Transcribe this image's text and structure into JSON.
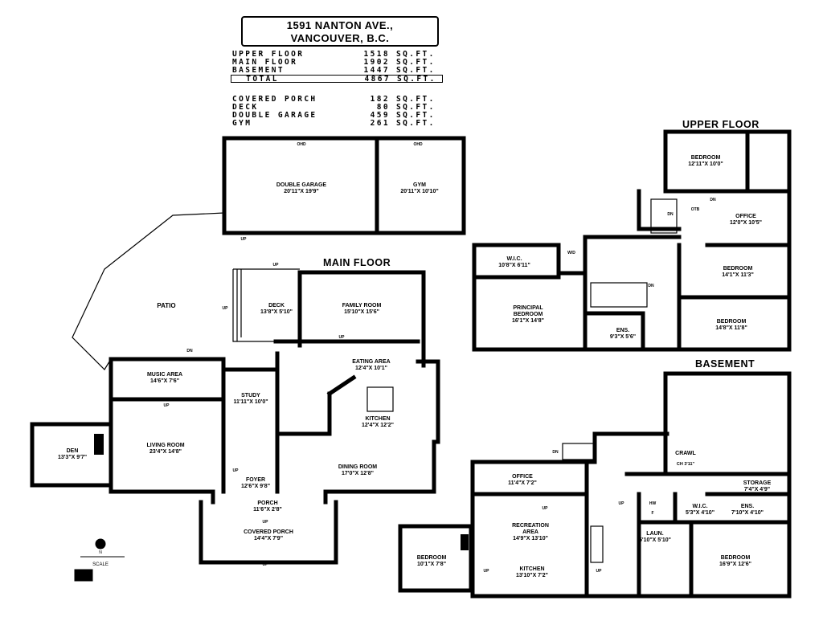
{
  "header": {
    "address_line1": "1591 NANTON AVE.,",
    "address_line2": "VANCOUVER, B.C."
  },
  "areas": [
    {
      "name": "UPPER FLOOR",
      "value": "1518",
      "unit": "SQ.FT."
    },
    {
      "name": "MAIN FLOOR",
      "value": "1902",
      "unit": "SQ.FT."
    },
    {
      "name": "BASEMENT",
      "value": "1447",
      "unit": "SQ.FT."
    },
    {
      "name": "  TOTAL",
      "value": "4867",
      "unit": "SQ.FT."
    }
  ],
  "extras": [
    {
      "name": "COVERED PORCH",
      "value": "182",
      "unit": "SQ.FT."
    },
    {
      "name": "DECK",
      "value": "80",
      "unit": "SQ.FT."
    },
    {
      "name": "DOUBLE GARAGE",
      "value": "459",
      "unit": "SQ.FT."
    },
    {
      "name": "GYM",
      "value": "261",
      "unit": "SQ.FT."
    }
  ],
  "floors": {
    "main": "MAIN FLOOR",
    "upper": "UPPER FLOOR",
    "basement": "BASEMENT"
  },
  "rooms": {
    "garage": {
      "name": "DOUBLE GARAGE",
      "dims": "20'11\"X 19'9\""
    },
    "gym": {
      "name": "GYM",
      "dims": "20'11\"X 10'10\""
    },
    "patio": {
      "name": "PATIO"
    },
    "deck": {
      "name": "DECK",
      "dims": "13'8\"X 5'10\""
    },
    "family": {
      "name": "FAMILY ROOM",
      "dims": "15'10\"X 15'6\""
    },
    "eating": {
      "name": "EATING AREA",
      "dims": "12'4\"X 10'1\""
    },
    "music": {
      "name": "MUSIC AREA",
      "dims": "14'6\"X 7'6\""
    },
    "study": {
      "name": "STUDY",
      "dims": "11'11\"X 10'0\""
    },
    "kitchen": {
      "name": "KITCHEN",
      "dims": "12'4\"X 12'2\""
    },
    "living": {
      "name": "LIVING ROOM",
      "dims": "23'4\"X 14'8\""
    },
    "den": {
      "name": "DEN",
      "dims": "13'3\"X 9'7\""
    },
    "dining": {
      "name": "DINING ROOM",
      "dims": "17'0\"X 12'8\""
    },
    "foyer": {
      "name": "FOYER",
      "dims": "12'6\"X 9'8\""
    },
    "porch": {
      "name": "PORCH",
      "dims": "11'6\"X 2'8\""
    },
    "covered_porch": {
      "name": "COVERED PORCH",
      "dims": "14'4\"X 7'9\""
    },
    "bedroom_u1": {
      "name": "BEDROOM",
      "dims": "12'11\"X 10'0\""
    },
    "office_u": {
      "name": "OFFICE",
      "dims": "12'0\"X 10'5\""
    },
    "wic_u": {
      "name": "W.I.C.",
      "dims": "10'8\"X 6'11\""
    },
    "bedroom_u2": {
      "name": "BEDROOM",
      "dims": "14'1\"X 11'3\""
    },
    "principal": {
      "name": "PRINCIPAL",
      "name2": "BEDROOM",
      "dims": "16'1\"X 14'8\""
    },
    "bedroom_u3": {
      "name": "BEDROOM",
      "dims": "14'8\"X 11'8\""
    },
    "ens_u": {
      "name": "ENS.",
      "dims": "9'3\"X 5'6\""
    },
    "crawl": {
      "name": "CRAWL",
      "dims": "CH 3'11\""
    },
    "office_b": {
      "name": "OFFICE",
      "dims": "11'4\"X 7'2\""
    },
    "storage": {
      "name": "STORAGE",
      "dims": "7'4\"X 4'9\""
    },
    "recreation": {
      "name": "RECREATION",
      "name2": "AREA",
      "dims": "14'9\"X 13'10\""
    },
    "wic_b": {
      "name": "W.I.C.",
      "dims": "5'3\"X 4'10\""
    },
    "ens_b": {
      "name": "ENS.",
      "dims": "7'10\"X 4'10\""
    },
    "laund": {
      "name": "LAUN.",
      "dims": "5'10\"X 5'10\""
    },
    "bedroom_b1": {
      "name": "BEDROOM",
      "dims": "10'1\"X 7'8\""
    },
    "kitchen_b": {
      "name": "KITCHEN",
      "dims": "13'10\"X 7'2\""
    },
    "bedroom_b2": {
      "name": "BEDROOM",
      "dims": "16'9\"X 12'6\""
    }
  },
  "tags": {
    "up": "UP",
    "dn": "DN",
    "ohd": "OHD",
    "otb": "OTB",
    "hw": "HW",
    "f": "F",
    "wd": "W/D"
  },
  "scale": {
    "label": "SCALE",
    "north": "N"
  }
}
